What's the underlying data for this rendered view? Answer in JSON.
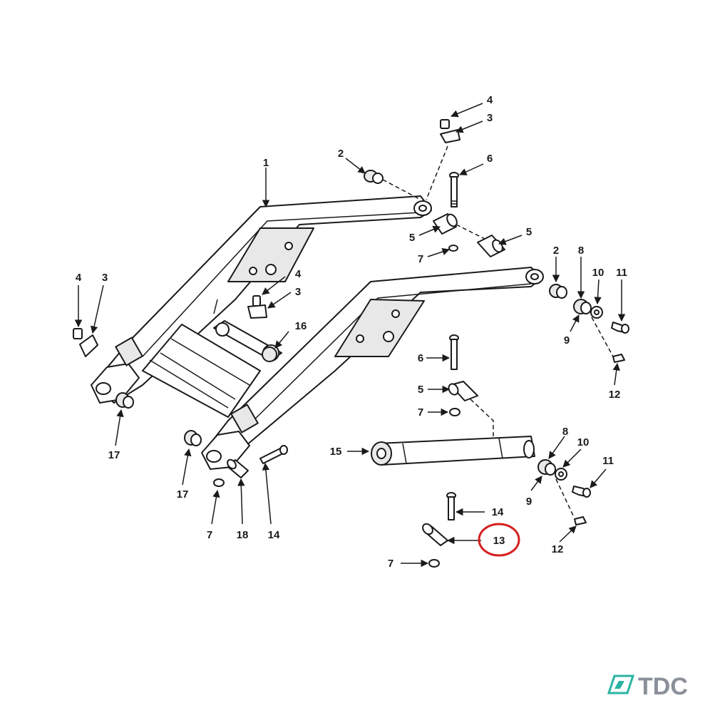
{
  "callouts": [
    {
      "id": "c-1",
      "text": "1"
    },
    {
      "id": "c-2a",
      "text": "2"
    },
    {
      "id": "c-4a",
      "text": "4"
    },
    {
      "id": "c-3a",
      "text": "3"
    },
    {
      "id": "c-6a",
      "text": "6"
    },
    {
      "id": "c-5a",
      "text": "5"
    },
    {
      "id": "c-5b",
      "text": "5"
    },
    {
      "id": "c-7a",
      "text": "7"
    },
    {
      "id": "c-4b",
      "text": "4"
    },
    {
      "id": "c-3b",
      "text": "3"
    },
    {
      "id": "c-4c",
      "text": "4"
    },
    {
      "id": "c-3c",
      "text": "3"
    },
    {
      "id": "c-16",
      "text": "16"
    },
    {
      "id": "c-2b",
      "text": "2"
    },
    {
      "id": "c-8a",
      "text": "8"
    },
    {
      "id": "c-10a",
      "text": "10"
    },
    {
      "id": "c-11a",
      "text": "11"
    },
    {
      "id": "c-9a",
      "text": "9"
    },
    {
      "id": "c-12a",
      "text": "12"
    },
    {
      "id": "c-6b",
      "text": "6"
    },
    {
      "id": "c-5c",
      "text": "5"
    },
    {
      "id": "c-7b",
      "text": "7"
    },
    {
      "id": "c-17a",
      "text": "17"
    },
    {
      "id": "c-17b",
      "text": "17"
    },
    {
      "id": "c-15",
      "text": "15"
    },
    {
      "id": "c-8b",
      "text": "8"
    },
    {
      "id": "c-10b",
      "text": "10"
    },
    {
      "id": "c-11b",
      "text": "11"
    },
    {
      "id": "c-9b",
      "text": "9"
    },
    {
      "id": "c-12b",
      "text": "12"
    },
    {
      "id": "c-14a",
      "text": "14"
    },
    {
      "id": "c-14b",
      "text": "14"
    },
    {
      "id": "c-13",
      "text": "13"
    },
    {
      "id": "c-7c",
      "text": "7"
    },
    {
      "id": "c-7d",
      "text": "7"
    },
    {
      "id": "c-18",
      "text": "18"
    }
  ],
  "highlight": {
    "part": "13",
    "color": "#d62020"
  },
  "logo": {
    "text": "TDC",
    "color": "#8a9099",
    "accent": "#2bb3a3"
  }
}
